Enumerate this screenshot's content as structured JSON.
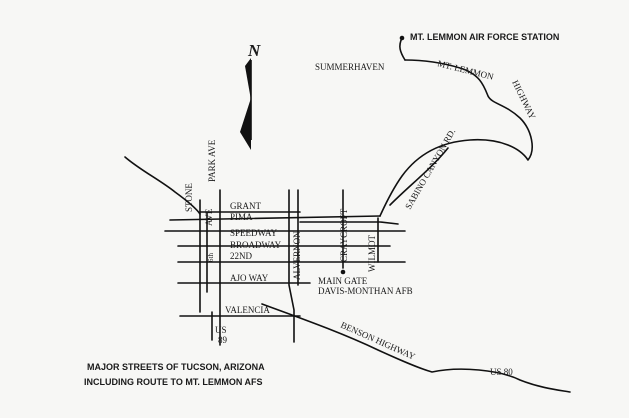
{
  "map": {
    "north_label": "N",
    "places": {
      "air_force_station": "MT. LEMMON AIR FORCE STATION",
      "summerhaven": "SUMMERHAVEN",
      "main_gate": "MAIN GATE",
      "davis_monthan": "DAVIS-MONTHAN AFB"
    },
    "roads": {
      "mt_lemmon": "MT. LEMMON",
      "highway": "HIGHWAY",
      "sabino_canyon": "SABINO CANYON RD.",
      "stone": "STONE",
      "park_ave": "PARK AVE",
      "sixth_ave_num": "6th",
      "sixth_ave": "AVE",
      "grant": "GRANT",
      "pima": "PIMA",
      "speedway": "SPEEDWAY",
      "broadway": "BROADWAY",
      "twenty_second": "22ND",
      "alvernon": "ALVERNON",
      "craycroft": "CRAYCROFT",
      "wilmot": "WILMOT",
      "ajo_way": "AJO WAY",
      "valencia": "VALENCIA",
      "benson_highway": "BENSON HIGHWAY",
      "us89_a": "US",
      "us89_b": "89",
      "us80": "US 80"
    },
    "caption": {
      "line1": "MAJOR STREETS OF TUCSON, ARIZONA",
      "line2": "INCLUDING ROUTE TO MT. LEMMON AFS"
    }
  }
}
